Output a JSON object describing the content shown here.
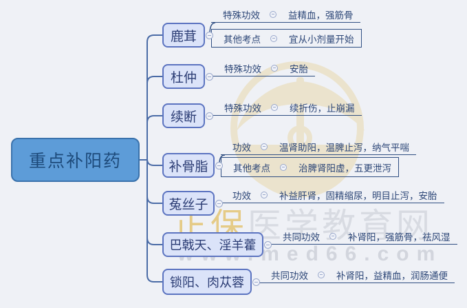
{
  "root": {
    "label": "重点补阳药"
  },
  "branches": [
    {
      "name": "鹿茸",
      "rows": [
        {
          "label": "特殊功效",
          "value": "益精血，强筋骨",
          "boxed": false
        },
        {
          "label": "其他考点",
          "value": "宜从小剂量开始",
          "boxed": true
        }
      ]
    },
    {
      "name": "杜仲",
      "rows": [
        {
          "label": "特殊功效",
          "value": "安胎",
          "boxed": false
        }
      ]
    },
    {
      "name": "续断",
      "rows": [
        {
          "label": "特殊功效",
          "value": "续折伤，止崩漏",
          "boxed": false
        }
      ]
    },
    {
      "name": "补骨脂",
      "rows": [
        {
          "label": "功效",
          "value": "温肾助阳，温脾止泻，纳气平喘",
          "boxed": false
        },
        {
          "label": "其他考点",
          "value": "治脾肾阳虚，五更泄泻",
          "boxed": true
        }
      ]
    },
    {
      "name": "菟丝子",
      "rows": [
        {
          "label": "功效",
          "value": "补益肝肾，固精缩尿，明目止泻，安胎",
          "boxed": false
        }
      ]
    },
    {
      "name": "巴戟天、淫羊藿",
      "rows": [
        {
          "label": "共同功效",
          "value": "补肾阳，强筋骨，祛风湿",
          "boxed": false
        }
      ]
    },
    {
      "name": "锁阳、肉苁蓉",
      "rows": [
        {
          "label": "共同功效",
          "value": "补肾阳，益精血，润肠通便",
          "boxed": false
        }
      ]
    }
  ],
  "watermark": {
    "brand_gold": "正保",
    "brand_gray": "医学教育网",
    "url": "www.med66.com"
  },
  "icons": {
    "collapse_toggle": "minus-circle"
  },
  "colors": {
    "background": "#eff1f6",
    "root_fill": "#5d9cd8",
    "root_border": "#3a72ac",
    "node_fill": "#dbe3f9",
    "node_border": "#5b73c0",
    "line": "#4a6ba6",
    "row_line": "#2f4e82",
    "text_navy": "#2c4677",
    "watermark_gold": "#e4c77c",
    "watermark_gray": "#d6d9e0"
  }
}
